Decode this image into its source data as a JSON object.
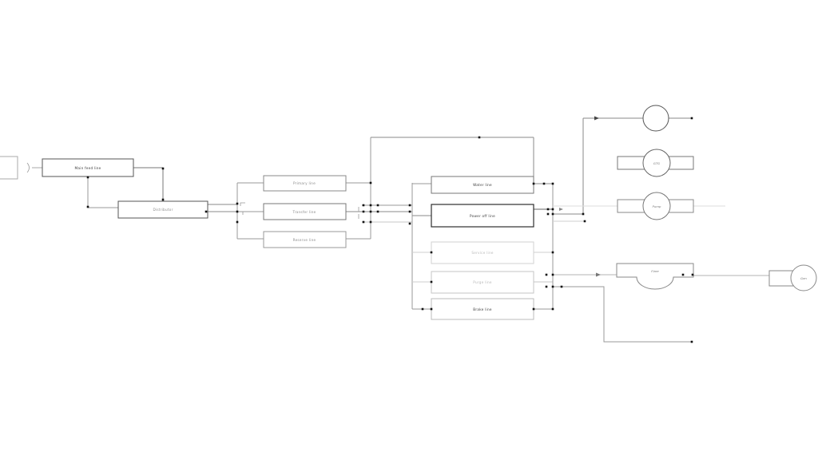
{
  "diagram": {
    "labels": {
      "box_a": "Main feed line",
      "box_b": "Distributor",
      "c1": "Primary line",
      "c2": "Transfer line",
      "c3": "Reserve line",
      "d1": "Water line",
      "d2": "Power off line",
      "d3": "Service line",
      "d4": "Purge line",
      "d5": "Brake line",
      "gtg": "GTG",
      "pump": "Pump",
      "tank": "Flare",
      "motor": "Gen"
    },
    "line_color": "#999999",
    "dark_line_color": "#555555",
    "junction_color": "#111111",
    "background": "#ffffff"
  }
}
